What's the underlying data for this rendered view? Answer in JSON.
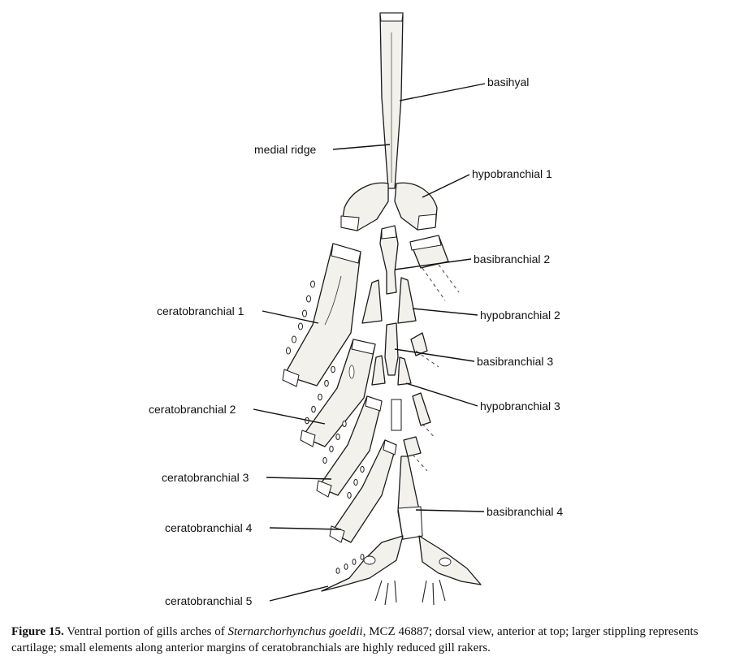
{
  "labels": {
    "basihyal": "basihyal",
    "medial_ridge": "medial ridge",
    "hypobranchial_1": "hypobranchial 1",
    "basibranchial_2": "basibranchial 2",
    "ceratobranchial_1": "ceratobranchial 1",
    "hypobranchial_2": "hypobranchial 2",
    "basibranchial_3": "basibranchial 3",
    "ceratobranchial_2": "ceratobranchial 2",
    "hypobranchial_3": "hypobranchial 3",
    "ceratobranchial_3": "ceratobranchial 3",
    "basibranchial_4": "basibranchial 4",
    "ceratobranchial_4": "ceratobranchial 4",
    "ceratobranchial_5": "ceratobranchial 5"
  },
  "caption": {
    "figure_label": "Figure 15.",
    "text_before_species": "Ventral portion of gills arches of",
    "species": "Sternarchorhynchus goeldii",
    "text_after_species": ", MCZ 46887; dorsal view, anterior at top; larger stippling represents cartilage; small elements along anterior margins of ceratobranchials are highly reduced gill rakers."
  }
}
